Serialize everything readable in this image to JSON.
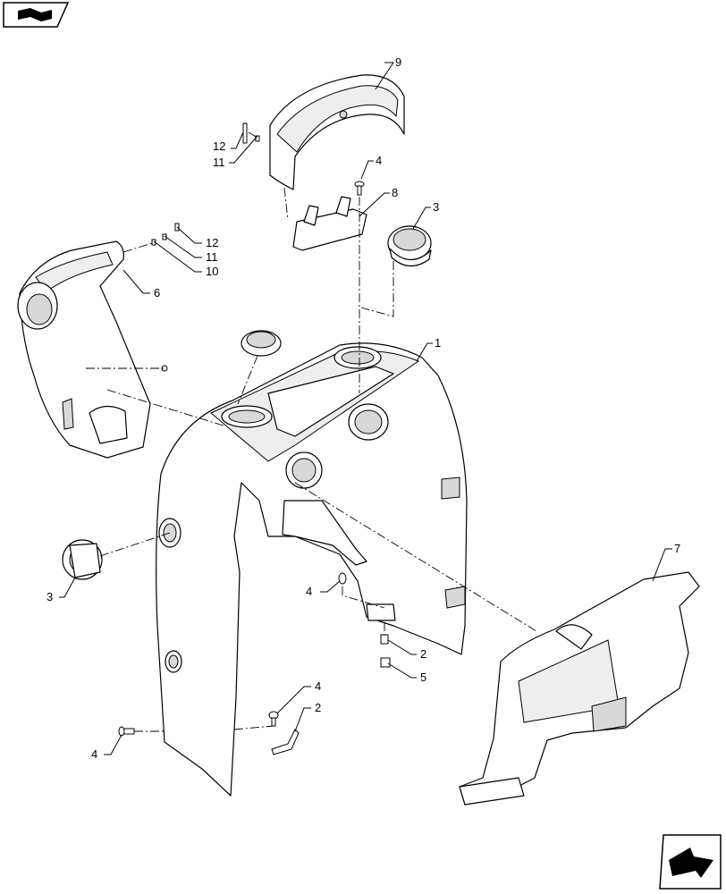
{
  "nav": {
    "back_icon": "book-back-icon",
    "next_icon": "next-page-arrow-icon"
  },
  "callouts": {
    "c_9": "9",
    "c_12a": "12",
    "c_11a": "11",
    "c_4a": "4",
    "c_8": "8",
    "c_3a": "3",
    "c_12b": "12",
    "c_11b": "11",
    "c_10": "10",
    "c_6": "6",
    "c_1": "1",
    "c_3b": "3",
    "c_4b": "4",
    "c_2a": "2",
    "c_5": "5",
    "c_7": "7",
    "c_4c": "4",
    "c_2b": "2",
    "c_4d": "4"
  }
}
